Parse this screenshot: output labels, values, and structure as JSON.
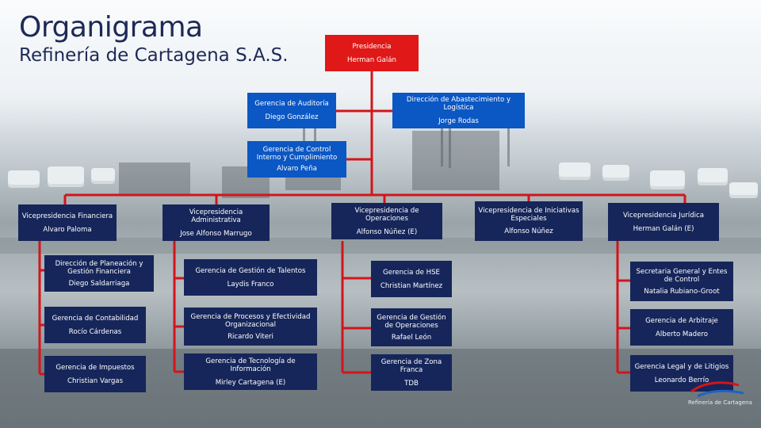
{
  "header": {
    "title": "Organigrama",
    "subtitle": "Refinería de Cartagena S.A.S."
  },
  "logo": {
    "text": "Refinería de Cartagena"
  },
  "colors": {
    "line_red": "#d3151a",
    "box_blue": "#0b57c4",
    "box_red": "#e01818",
    "box_navy": "#16265a",
    "title_navy": "#1e2a55"
  },
  "top": {
    "presidencia": {
      "role": "Presidencia",
      "name": "Herman Galán"
    },
    "auditoria": {
      "role": "Gerencia de Auditoría",
      "name": "Diego González"
    },
    "abastecimiento": {
      "role": "Dirección de Abastecimiento y Logística",
      "name": "Jorge Rodas"
    },
    "control": {
      "role": "Gerencia de Control Interno y Cumplimiento",
      "name": "Alvaro Peña"
    }
  },
  "columns": [
    {
      "head": {
        "role": "Vicepresidencia Financiera",
        "name": "Alvaro Paloma"
      },
      "items": [
        {
          "role": "Dirección de Planeación y Gestión Financiera",
          "name": "Diego Saldarriaga"
        },
        {
          "role": "Gerencia de Contabilidad",
          "name": "Rocío Cárdenas"
        },
        {
          "role": "Gerencia de Impuestos",
          "name": "Christian Vargas"
        }
      ]
    },
    {
      "head": {
        "role": "Vicepresidencia Administrativa",
        "name": "Jose Alfonso Marrugo"
      },
      "items": [
        {
          "role": "Gerencia de Gestión de Talentos",
          "name": "Laydis Franco"
        },
        {
          "role": "Gerencia de Procesos y Efectividad Organizacional",
          "name": "Ricardo Viteri"
        },
        {
          "role": "Gerencia de Tecnología de Información",
          "name": "Mirley Cartagena (E)"
        }
      ]
    },
    {
      "head": {
        "role": "Vicepresidencia de Operaciones",
        "name": "Alfonso Núñez (E)"
      },
      "items": [
        {
          "role": "Gerencia de HSE",
          "name": "Christian Martínez"
        },
        {
          "role": "Gerencia de Gestión de Operaciones",
          "name": "Rafael León"
        },
        {
          "role": "Gerencia de Zona Franca",
          "name": "TDB"
        }
      ]
    },
    {
      "head": {
        "role": "Vicepresidencia de Iniciativas Especiales",
        "name": "Alfonso Núñez"
      },
      "items": []
    },
    {
      "head": {
        "role": "Vicepresidencia Jurídica",
        "name": "Herman Galán (E)"
      },
      "items": [
        {
          "role": "Secretaria General y Entes de Control",
          "name": "Natalia Rubiano-Groot"
        },
        {
          "role": "Gerencia de Arbitraje",
          "name": "Alberto Madero"
        },
        {
          "role": "Gerencia Legal y de Litigios",
          "name": "Leonardo Berrío"
        }
      ]
    }
  ]
}
